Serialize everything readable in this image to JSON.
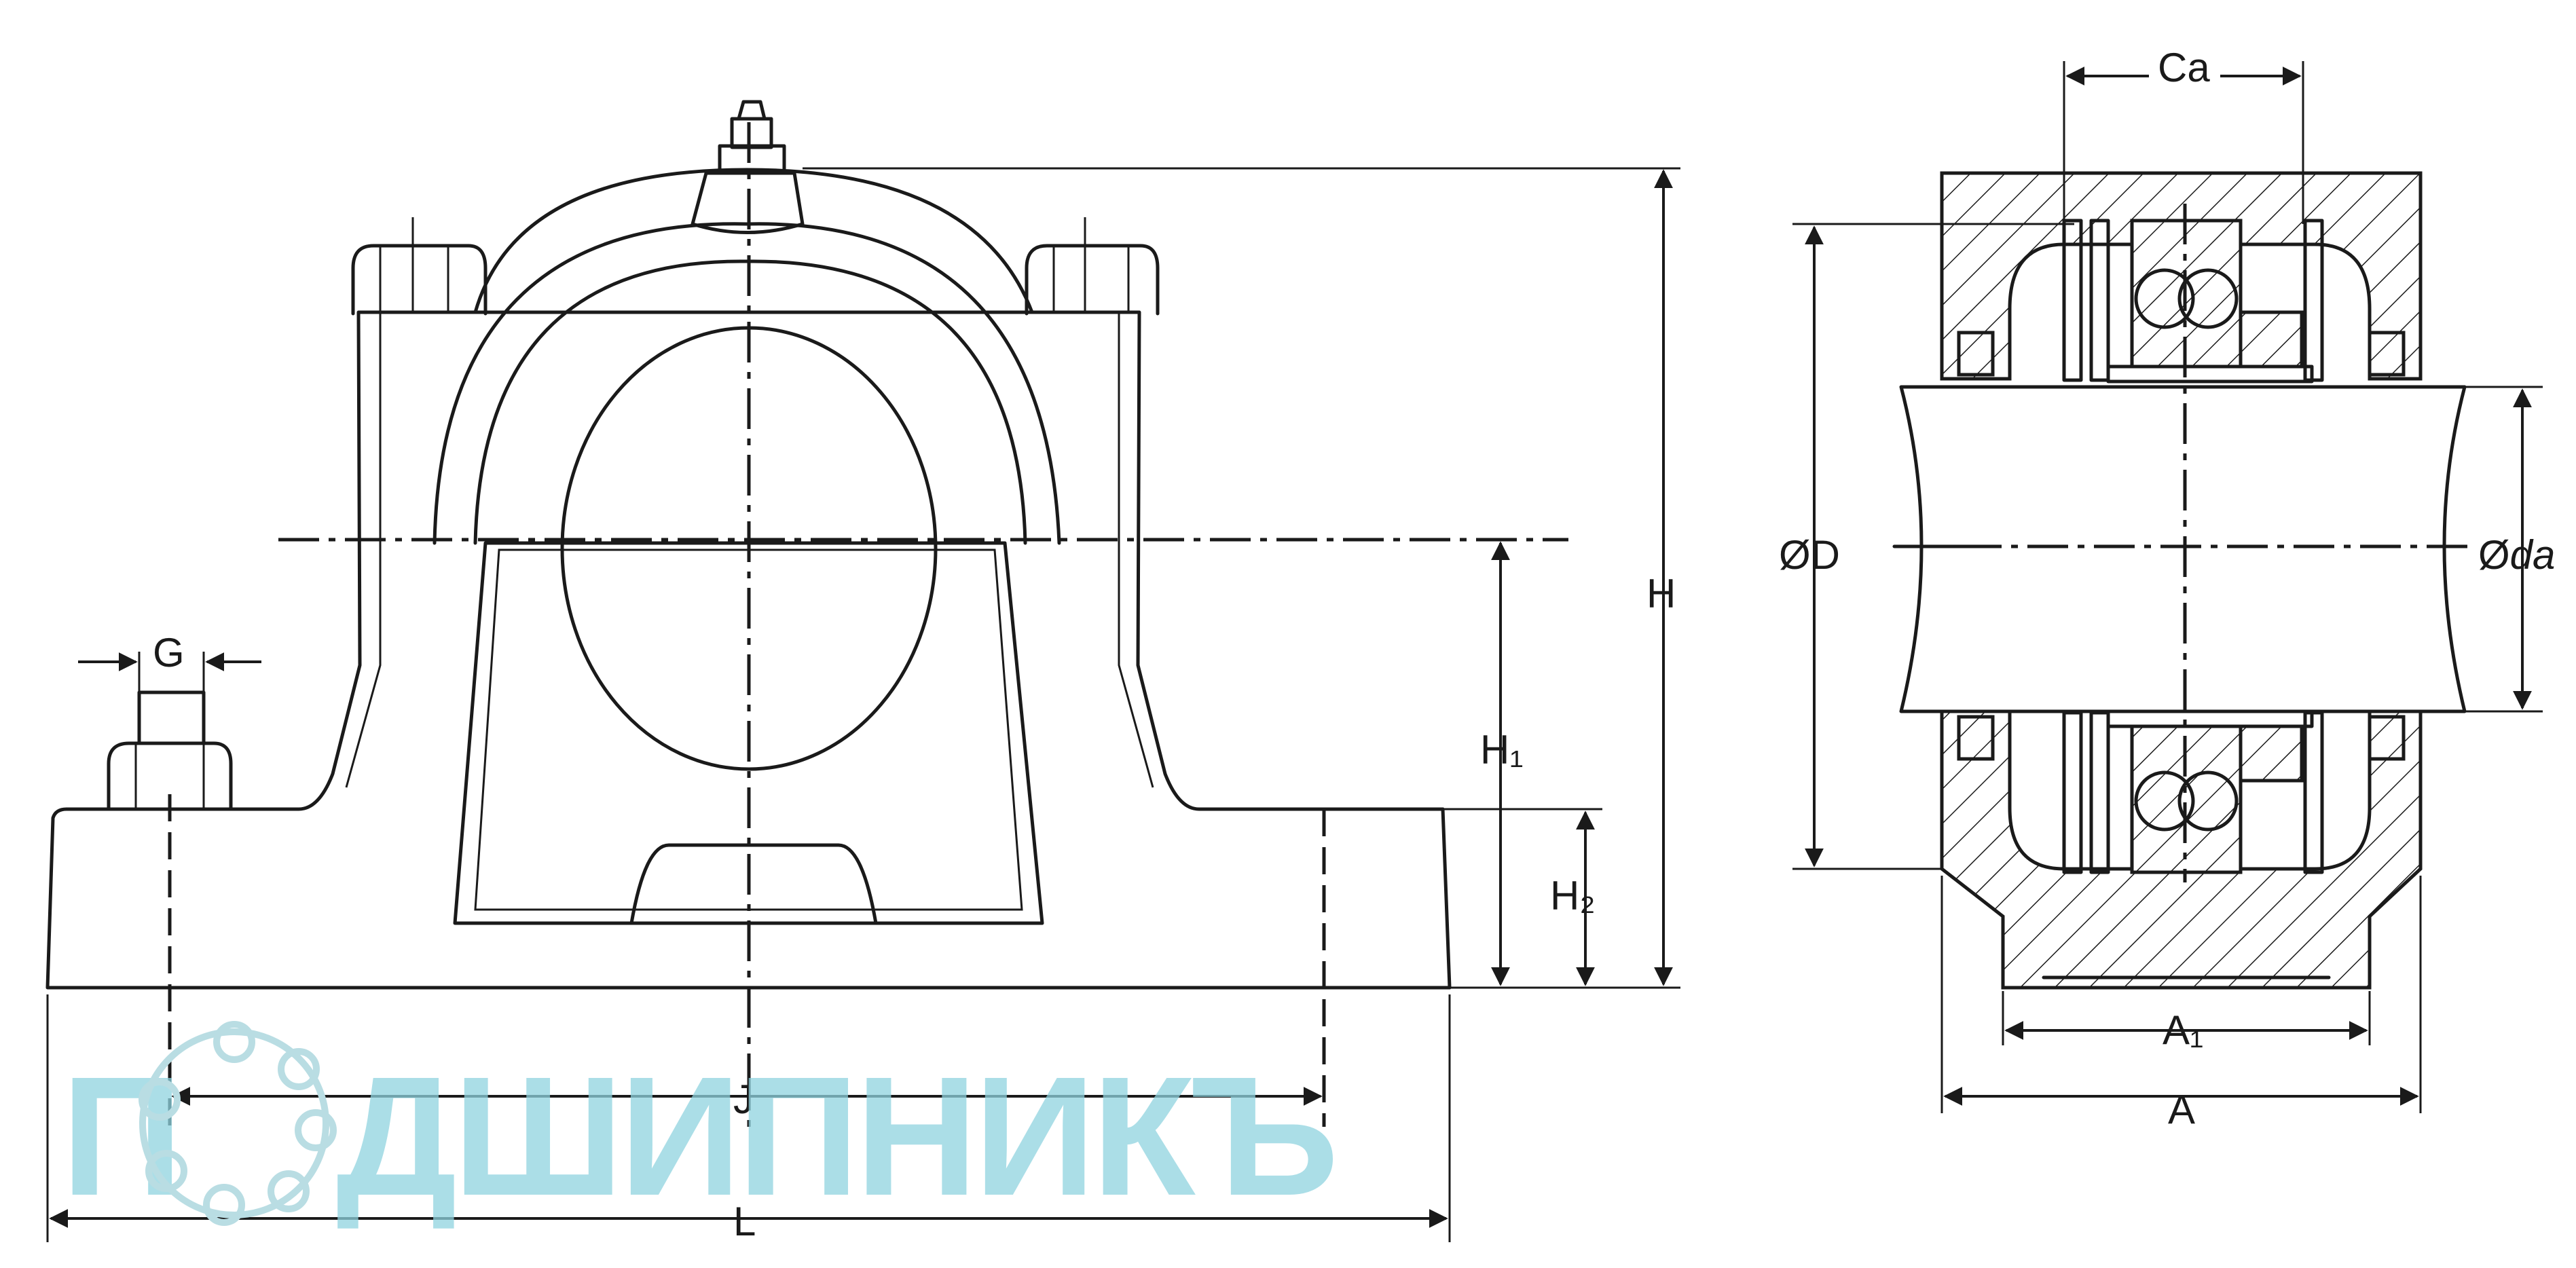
{
  "labels": {
    "G": "G",
    "H": "H",
    "H1": "H₁",
    "H2": "H₂",
    "J": "J",
    "L": "L",
    "Ca": "Ca",
    "OD": "ØD",
    "Oda_prefix": "Ø",
    "Oda_suffix": "da",
    "A1": "A₁",
    "A": "A"
  },
  "watermark": {
    "prefix": "П",
    "suffix": "ДШИПНИКЪ",
    "color": "#8fd3df"
  }
}
